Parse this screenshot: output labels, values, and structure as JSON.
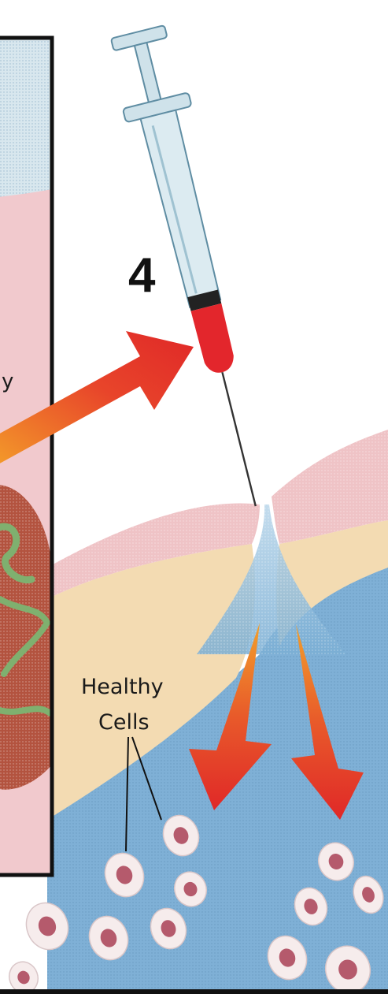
{
  "step_number": "4",
  "labels": {
    "inset_partial": "y",
    "healthy_line1": "Healthy",
    "healthy_line2": "Cells"
  },
  "colors": {
    "skin_pink": "#efc3c6",
    "skin_light": "#f6d9d4",
    "fat_yellow": "#f3dbb2",
    "fluid_blue": "#7fb0d6",
    "inset_bg": "#f1c9cd",
    "inset_top": "#d8e7ee",
    "tumor_red": "#b3533f",
    "vessel_green": "#7fb06f",
    "arrow_red": "#e32b2b",
    "arrow_orange": "#f08a24",
    "syringe_body": "#cfe2ea",
    "syringe_fluid": "#e3262c",
    "cell_outer": "#f6ecec",
    "cell_nucleus": "#b55a6c"
  },
  "icons": [
    "syringe-icon",
    "arrow-icon"
  ]
}
